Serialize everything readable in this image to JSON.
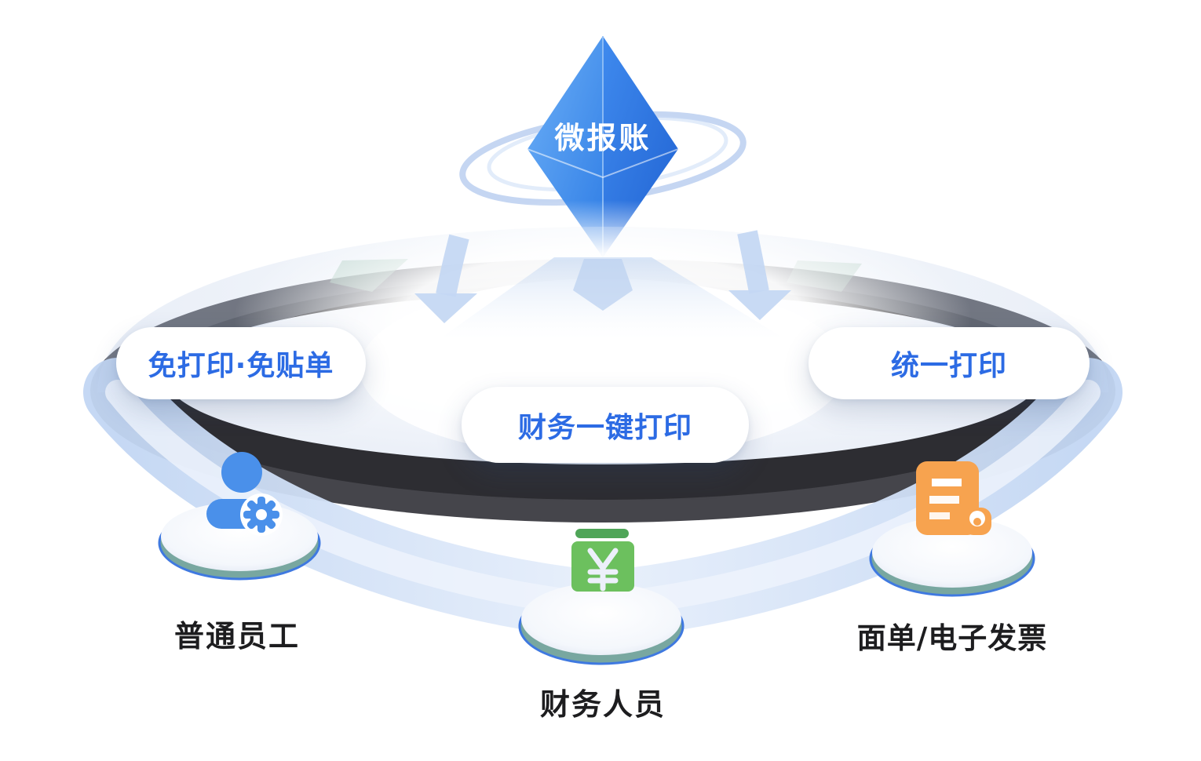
{
  "diagram": {
    "gem_label": "微报账",
    "pills": {
      "left": "免打印·免贴单",
      "center": "财务一键打印",
      "right": "统一打印"
    },
    "roles": {
      "left": "普通员工",
      "center": "财务人员",
      "right": "面单/电子发票"
    },
    "icons": {
      "gem": "diamond-gem-icon",
      "orbit": "orbit-ring-icon",
      "arrows": "down-arrow-icon",
      "role_left": "user-gear-icon",
      "role_center": "cash-yuan-icon",
      "role_right": "invoice-receipt-icon"
    },
    "colors": {
      "pill_text_blue": "#2c6be4",
      "diamond_blue_left": "#4a93f0",
      "diamond_blue_right": "#2a72dd",
      "person_blue": "#4a90ea",
      "money_green": "#6cc05e",
      "money_green_dark": "#4fa558",
      "receipt_orange": "#f7a34f",
      "ribbon_blue": "#cdddf6",
      "platform_dark": "#45454b",
      "platform_dark_inner": "#2d2d32",
      "pedestal_teal": "#78a7a0",
      "pedestal_edge_blue": "#3f79e0",
      "label_dark": "#1d1d1f"
    }
  }
}
